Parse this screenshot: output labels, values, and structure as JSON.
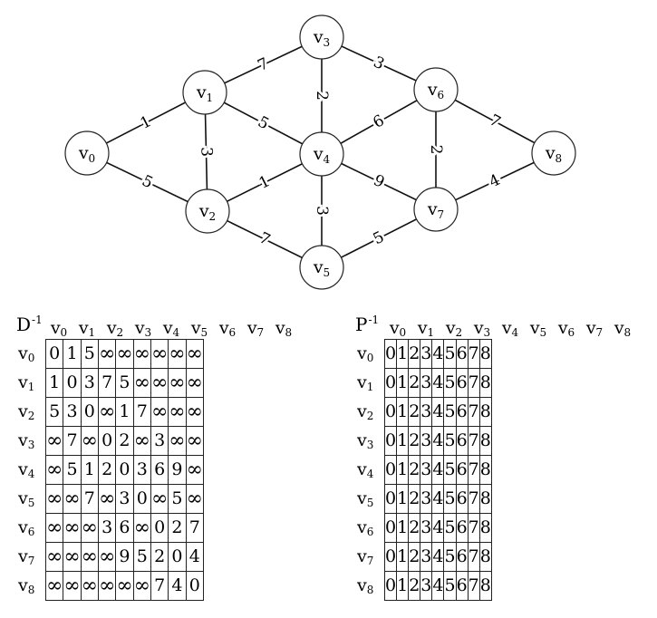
{
  "graph": {
    "nodes": [
      {
        "id": "v0",
        "base": "v",
        "sub": "0"
      },
      {
        "id": "v1",
        "base": "v",
        "sub": "1"
      },
      {
        "id": "v2",
        "base": "v",
        "sub": "2"
      },
      {
        "id": "v3",
        "base": "v",
        "sub": "3"
      },
      {
        "id": "v4",
        "base": "v",
        "sub": "4"
      },
      {
        "id": "v5",
        "base": "v",
        "sub": "5"
      },
      {
        "id": "v6",
        "base": "v",
        "sub": "6"
      },
      {
        "id": "v7",
        "base": "v",
        "sub": "7"
      },
      {
        "id": "v8",
        "base": "v",
        "sub": "8"
      }
    ],
    "edges": [
      {
        "from": "v0",
        "to": "v1",
        "weight": "1"
      },
      {
        "from": "v0",
        "to": "v2",
        "weight": "5"
      },
      {
        "from": "v1",
        "to": "v2",
        "weight": "3"
      },
      {
        "from": "v1",
        "to": "v3",
        "weight": "7"
      },
      {
        "from": "v1",
        "to": "v4",
        "weight": "5"
      },
      {
        "from": "v2",
        "to": "v4",
        "weight": "1"
      },
      {
        "from": "v2",
        "to": "v5",
        "weight": "7"
      },
      {
        "from": "v3",
        "to": "v4",
        "weight": "2"
      },
      {
        "from": "v3",
        "to": "v6",
        "weight": "3"
      },
      {
        "from": "v4",
        "to": "v5",
        "weight": "3"
      },
      {
        "from": "v4",
        "to": "v6",
        "weight": "6"
      },
      {
        "from": "v4",
        "to": "v7",
        "weight": "9"
      },
      {
        "from": "v5",
        "to": "v7",
        "weight": "5"
      },
      {
        "from": "v6",
        "to": "v7",
        "weight": "2"
      },
      {
        "from": "v6",
        "to": "v8",
        "weight": "7"
      },
      {
        "from": "v7",
        "to": "v8",
        "weight": "4"
      }
    ]
  },
  "matrix_d": {
    "name": "D",
    "superscript": "-1",
    "headers": [
      "0",
      "1",
      "2",
      "3",
      "4",
      "5",
      "6",
      "7",
      "8"
    ],
    "rows": [
      [
        "0",
        "1",
        "5",
        "∞",
        "∞",
        "∞",
        "∞",
        "∞",
        "∞"
      ],
      [
        "1",
        "0",
        "3",
        "7",
        "5",
        "∞",
        "∞",
        "∞",
        "∞"
      ],
      [
        "5",
        "3",
        "0",
        "∞",
        "1",
        "7",
        "∞",
        "∞",
        "∞"
      ],
      [
        "∞",
        "7",
        "∞",
        "0",
        "2",
        "∞",
        "3",
        "∞",
        "∞"
      ],
      [
        "∞",
        "5",
        "1",
        "2",
        "0",
        "3",
        "6",
        "9",
        "∞"
      ],
      [
        "∞",
        "∞",
        "7",
        "∞",
        "3",
        "0",
        "∞",
        "5",
        "∞"
      ],
      [
        "∞",
        "∞",
        "∞",
        "3",
        "6",
        "∞",
        "0",
        "2",
        "7"
      ],
      [
        "∞",
        "∞",
        "∞",
        "∞",
        "9",
        "5",
        "2",
        "0",
        "4"
      ],
      [
        "∞",
        "∞",
        "∞",
        "∞",
        "∞",
        "∞",
        "7",
        "4",
        "0"
      ]
    ]
  },
  "matrix_p": {
    "name": "P",
    "superscript": "-1",
    "headers": [
      "0",
      "1",
      "2",
      "3",
      "4",
      "5",
      "6",
      "7",
      "8"
    ],
    "rows": [
      [
        "0",
        "1",
        "2",
        "3",
        "4",
        "5",
        "6",
        "7",
        "8"
      ],
      [
        "0",
        "1",
        "2",
        "3",
        "4",
        "5",
        "6",
        "7",
        "8"
      ],
      [
        "0",
        "1",
        "2",
        "3",
        "4",
        "5",
        "6",
        "7",
        "8"
      ],
      [
        "0",
        "1",
        "2",
        "3",
        "4",
        "5",
        "6",
        "7",
        "8"
      ],
      [
        "0",
        "1",
        "2",
        "3",
        "4",
        "5",
        "6",
        "7",
        "8"
      ],
      [
        "0",
        "1",
        "2",
        "3",
        "4",
        "5",
        "6",
        "7",
        "8"
      ],
      [
        "0",
        "1",
        "2",
        "3",
        "4",
        "5",
        "6",
        "7",
        "8"
      ],
      [
        "0",
        "1",
        "2",
        "3",
        "4",
        "5",
        "6",
        "7",
        "8"
      ],
      [
        "0",
        "1",
        "2",
        "3",
        "4",
        "5",
        "6",
        "7",
        "8"
      ]
    ]
  }
}
